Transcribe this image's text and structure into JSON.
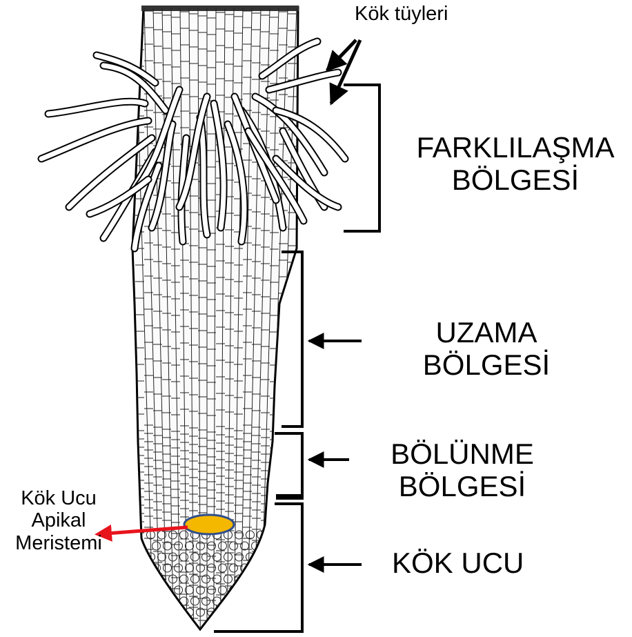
{
  "labels": {
    "root_hairs": "Kök tüyleri",
    "differentiation_zone": [
      "FARKLILAŞMA",
      "BÖLGESİ"
    ],
    "elongation_zone": [
      "UZAMA",
      "BÖLGESİ"
    ],
    "division_zone": [
      "BÖLÜNME",
      "BÖLGESİ"
    ],
    "root_tip": "KÖK UCU",
    "apical_meristem": [
      "Kök Ucu",
      "Apikal",
      "Meristemi"
    ]
  },
  "colors": {
    "line": "#000000",
    "meristem_fill": "#f5b800",
    "meristem_outline": "#2f4e8c",
    "pointer_arrow": "#e8141c"
  },
  "icons": {
    "zone_pointer": "left-arrow-icon",
    "root_hair_pointer": "down-left-arrow-icon"
  }
}
